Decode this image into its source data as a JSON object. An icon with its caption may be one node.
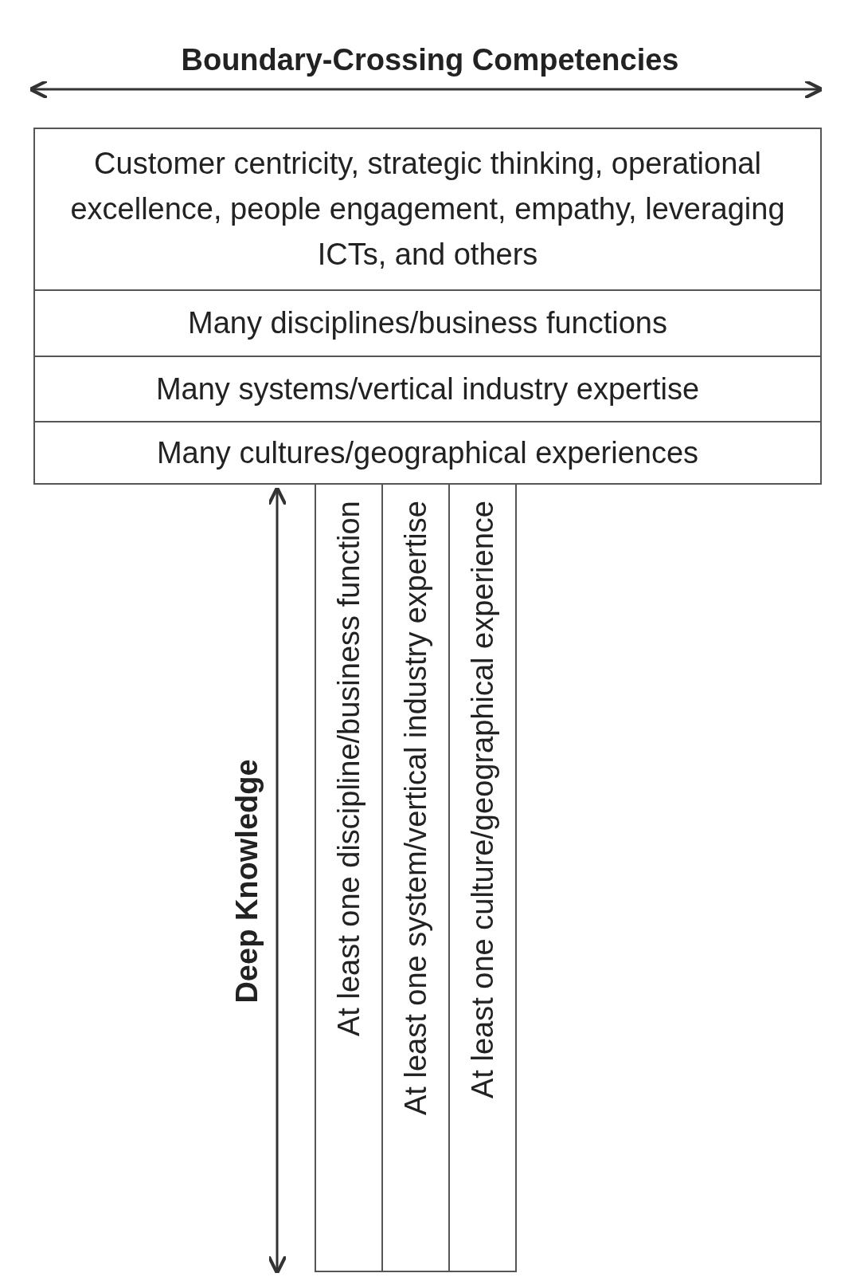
{
  "diagram": {
    "nodes": [
      {
        "text": [
          "Customer centricity, strategic thinking, operational excellence, people engagement, empathy,  leveraging ICTs, and others"
        ]
      },
      {
        "text": [
          "Many disciplines/business functions"
        ]
      },
      {
        "text": [
          "Many systems/vertical industry expertise"
        ]
      },
      {
        "text": [
          "Many cultures/geographical experiences"
        ]
      },
      {
        "text": [
          "At least one discipline/business function"
        ]
      },
      {
        "text": [
          "At least one system/vertical industry expertise"
        ]
      },
      {
        "text": [
          "At least one culture/geographical experience"
        ]
      }
    ],
    "edges": [],
    "labels": [
      "Boundary-Crossing Competencies",
      "Deep Knowledge"
    ]
  }
}
